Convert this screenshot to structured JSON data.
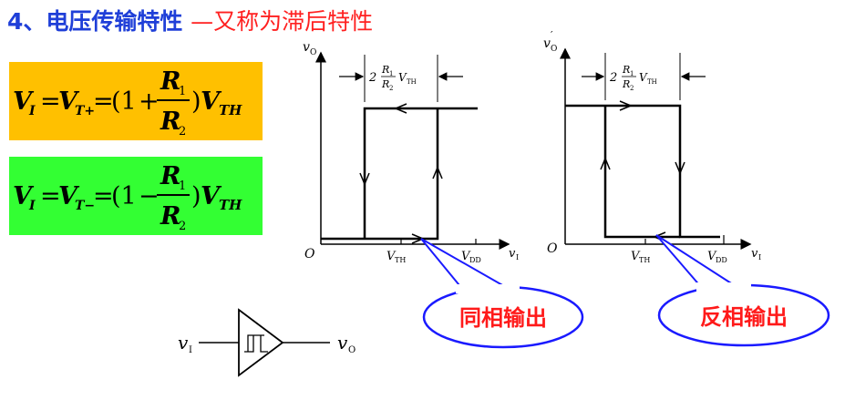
{
  "title": {
    "number": "4",
    "sep": "、",
    "main": "电压传输特性",
    "sub": "—又称为滞后特性"
  },
  "equations": [
    {
      "lhs_v": "V",
      "lhs_sub": "I",
      "mid_v": "V",
      "mid_sub": "T+",
      "op": "+",
      "num": "R",
      "num_sub": "1",
      "den": "R",
      "den_sub": "2",
      "rhs_v": "V",
      "rhs_sub": "TH",
      "color": "#ffc000"
    },
    {
      "lhs_v": "V",
      "lhs_sub": "I",
      "mid_v": "V",
      "mid_sub": "T−",
      "op": "−",
      "num": "R",
      "num_sub": "1",
      "den": "R",
      "den_sub": "2",
      "rhs_v": "V",
      "rhs_sub": "TH",
      "color": "#33ff33"
    }
  ],
  "graph_left": {
    "y_axis_label": "v",
    "y_axis_sub": "O",
    "origin": "O",
    "x_tick_vth": "V",
    "x_tick_vth_sub": "TH",
    "x_tick_vdd": "V",
    "x_tick_vdd_sub": "DD",
    "x_axis_label": "v",
    "x_axis_sub": "I",
    "width_coef": "2",
    "width_num": "R",
    "width_num_sub": "1",
    "width_den": "R",
    "width_den_sub": "2",
    "width_v": "V",
    "width_v_sub": "TH"
  },
  "graph_right": {
    "y_axis_label": "v",
    "y_axis_sub": "O",
    "y_prime": "′",
    "origin": "O",
    "x_tick_vth": "V",
    "x_tick_vth_sub": "TH",
    "x_tick_vdd": "V",
    "x_tick_vdd_sub": "DD",
    "x_axis_label": "v",
    "x_axis_sub": "I",
    "width_coef": "2",
    "width_num": "R",
    "width_num_sub": "1",
    "width_den": "R",
    "width_den_sub": "2",
    "width_v": "V",
    "width_v_sub": "TH"
  },
  "callouts": {
    "left": "同相输出",
    "right": "反相输出",
    "border_color": "#1a1aff",
    "text_color": "#ff1a1a"
  },
  "symbol": {
    "input": "v",
    "input_sub": "I",
    "output": "v",
    "output_sub": "O"
  }
}
